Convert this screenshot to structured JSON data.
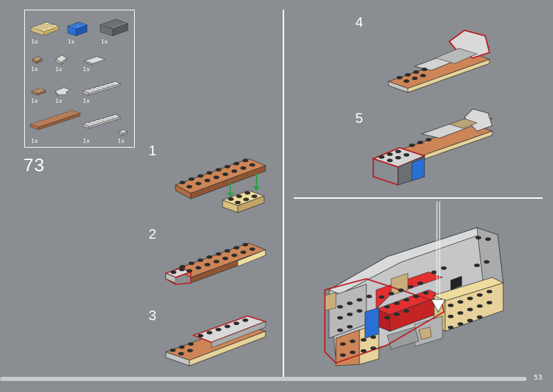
{
  "page": {
    "number": "53"
  },
  "parts_list": {
    "step_number": "73",
    "items": [
      {
        "qty": "1x",
        "color": "#e6d29a",
        "part": "plate-2x3"
      },
      {
        "qty": "1x",
        "color": "#2a6fd6",
        "part": "brick-1x2"
      },
      {
        "qty": "1x",
        "color": "#6b6e72",
        "part": "brick-2x3"
      },
      {
        "qty": "1x",
        "color": "#b0835e",
        "part": "tile-1x1"
      },
      {
        "qty": "1x",
        "color": "#c9c9c9",
        "part": "slope-1x1"
      },
      {
        "qty": "1x",
        "color": "#c9c9c9",
        "part": "wedge-1x2"
      },
      {
        "qty": "1x",
        "color": "#b0835e",
        "part": "plate-1x2"
      },
      {
        "qty": "1x",
        "color": "#c9c9c9",
        "part": "corner-tile"
      },
      {
        "qty": "1x",
        "color": "#d6d6d6",
        "part": "plate-1x6"
      },
      {
        "qty": "1x",
        "color": "#c97a4a",
        "part": "plate-2x8"
      },
      {
        "qty": "1x",
        "color": "#d6d6d6",
        "part": "plate-1x6-b"
      },
      {
        "qty": "1x",
        "color": "#c9c9c9",
        "part": "tile-1x1-b"
      }
    ]
  },
  "steps": [
    {
      "label": "1"
    },
    {
      "label": "2"
    },
    {
      "label": "3"
    },
    {
      "label": "4"
    },
    {
      "label": "5"
    }
  ],
  "colors": {
    "background": "#8a8d91",
    "tan": "#e6d29a",
    "medium_nougat": "#c97a4a",
    "blue": "#2a6fd6",
    "dark_gray": "#6b6e72",
    "light_gray": "#c9c9c9",
    "red": "#d81f1f",
    "highlight_outline": "#b81d24",
    "arrow_green": "#2f9e44"
  }
}
